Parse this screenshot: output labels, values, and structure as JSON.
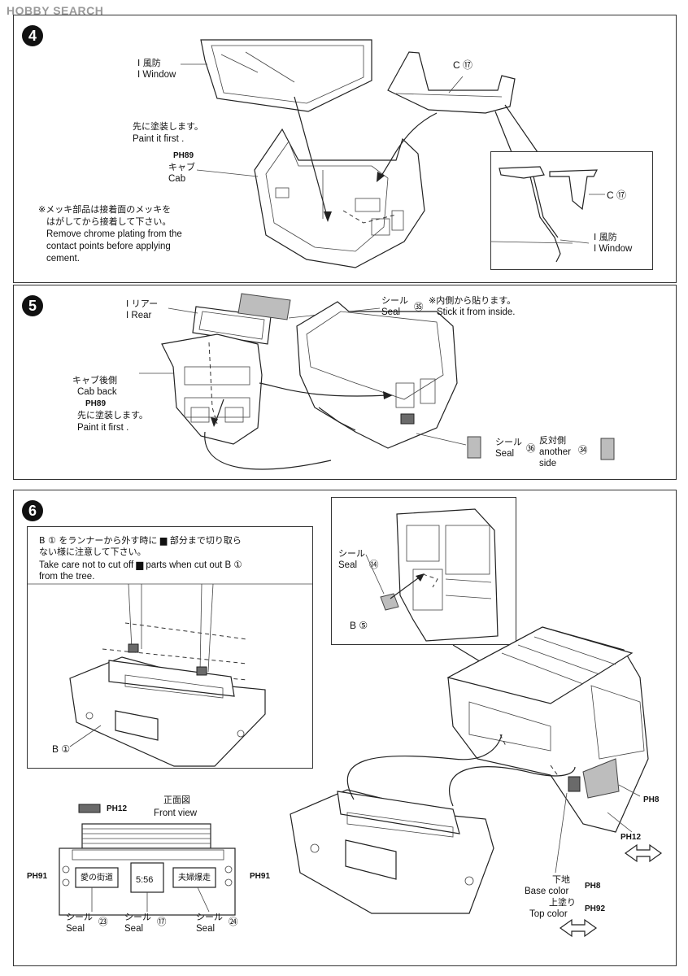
{
  "watermark": "HOBBY SEARCH",
  "step4": {
    "number": "4",
    "window_jp": "I 風防",
    "window_en": "I Window",
    "paint_first_jp": "先に塗装します。",
    "paint_first_en": "Paint it first .",
    "color_code": "PH89",
    "cab_jp": "キャブ",
    "cab_en": "Cab",
    "note_jp_1": "※メッキ部品は接着面のメッキを",
    "note_jp_2": "はがしてから接着して下さい。",
    "note_en_1": "Remove chrome plating from the",
    "note_en_2": "contact points before applying",
    "note_en_3": "cement.",
    "part_c17": "C ⑰",
    "inset_part_c17": "C ⑰",
    "inset_window_jp": "I 風防",
    "inset_window_en": "I Window"
  },
  "step5": {
    "number": "5",
    "rear_jp": "I リアー",
    "rear_en": "I Rear",
    "seal35_jp": "シール",
    "seal35_en": "Seal",
    "seal35_num": "㉟",
    "inside_jp": "※内側から貼ります。",
    "inside_en": "Stick it from inside.",
    "cabback_jp": "キャブ後側",
    "cabback_en": "Cab back",
    "color_code": "PH89",
    "paint_first_jp": "先に塗装します。",
    "paint_first_en": "Paint it first .",
    "seal36_jp": "シール",
    "seal36_en": "Seal",
    "seal36_num": "㊱",
    "other_side_jp": "反対側",
    "other_side_en_1": "another",
    "other_side_en_2": "side",
    "other_side_num": "㉞"
  },
  "step6": {
    "number": "6",
    "caution_jp_1": "B ① をランナーから外す時に ▆ 部分まで切り取ら",
    "caution_jp_2": "ない様に注意して下さい。",
    "caution_en_1": "Take care not to cut off ▆ parts when cut out B ①",
    "caution_en_2": "from the tree.",
    "part_b1": "B ①",
    "seal14_jp": "シール",
    "seal14_en": "Seal",
    "seal14_num": "⑭",
    "part_b5": "B ⑤",
    "legend_code": "PH12",
    "front_view_jp": "正面図",
    "front_view_en": "Front view",
    "code_left": "PH91",
    "code_right": "PH91",
    "plate_left_text": "愛の街道",
    "plate_right_text": "夫婦爆走",
    "clock_text": "5:56",
    "seal23_jp": "シール",
    "seal23_en": "Seal",
    "seal23_num": "㉓",
    "seal17_jp": "シール",
    "seal17_en": "Seal",
    "seal17_num": "⑰",
    "seal24_jp": "シール",
    "seal24_en": "Seal",
    "seal24_num": "㉔",
    "code_ph8": "PH8",
    "code_ph12": "PH12",
    "base_color_jp": "下地",
    "base_color_en": "Base color",
    "base_color_code": "PH8",
    "top_color_jp": "上塗り",
    "top_color_en": "Top color",
    "top_color_code": "PH92"
  }
}
